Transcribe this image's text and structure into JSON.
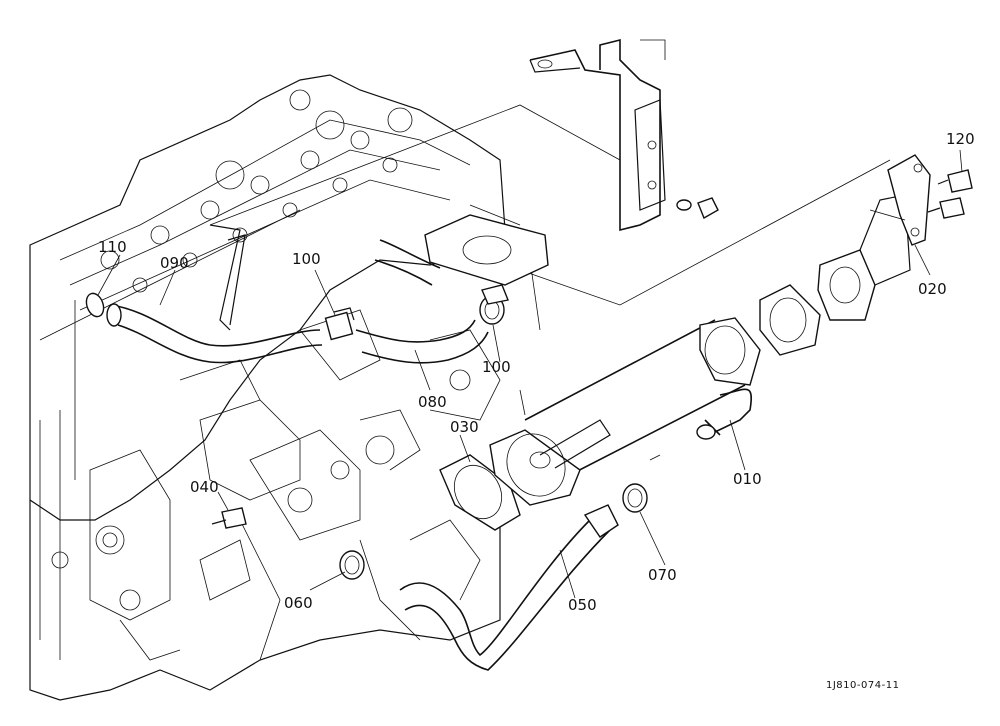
{
  "diagram": {
    "labels": {
      "p110": "110",
      "p090": "090",
      "p100a": "100",
      "p100b": "100",
      "p080": "080",
      "p030": "030",
      "p040": "040",
      "p060": "060",
      "p050": "050",
      "p070": "070",
      "p010": "010",
      "p020": "020",
      "p120": "120"
    },
    "drawing_code": "1J810-074-11"
  }
}
